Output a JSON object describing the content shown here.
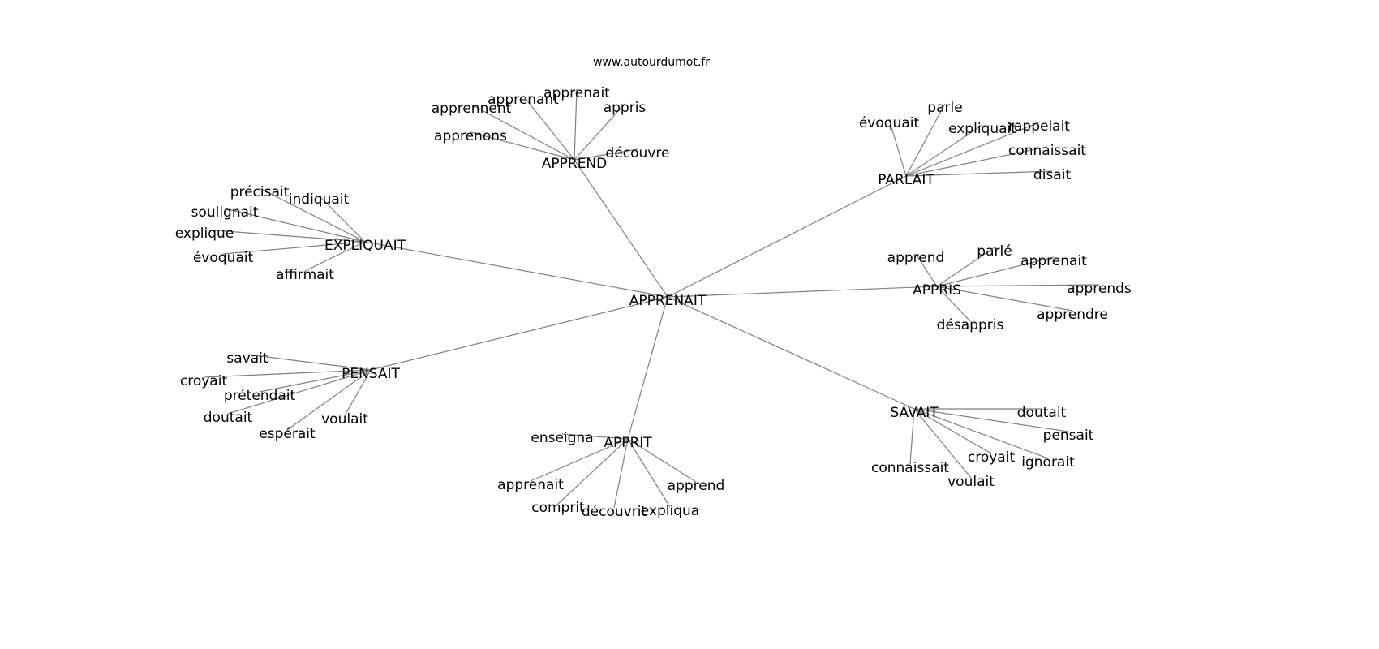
{
  "title": "www.autourdumot.fr",
  "colors": {
    "edge": "#808080",
    "text": "#000000",
    "background": "#ffffff"
  },
  "graph": {
    "center": "APPRENAIT",
    "hubs": [
      {
        "label": "APPREND",
        "children": [
          "apprennent",
          "apprenant",
          "apprenait",
          "appris",
          "apprenons",
          "découvre"
        ]
      },
      {
        "label": "PARLAIT",
        "children": [
          "évoquait",
          "parle",
          "expliquait",
          "rappelait",
          "connaissait",
          "disait"
        ]
      },
      {
        "label": "EXPLIQUAIT",
        "children": [
          "précisait",
          "indiquait",
          "soulignait",
          "explique",
          "évoquait",
          "affirmait"
        ]
      },
      {
        "label": "APPRIS",
        "children": [
          "apprend",
          "parlé",
          "apprenait",
          "apprends",
          "apprendre",
          "désappris"
        ]
      },
      {
        "label": "PENSAIT",
        "children": [
          "savait",
          "croyait",
          "prétendait",
          "doutait",
          "espérait",
          "voulait"
        ]
      },
      {
        "label": "APPRIT",
        "children": [
          "enseigna",
          "apprenait",
          "comprit",
          "découvrit",
          "expliqua",
          "apprend"
        ]
      },
      {
        "label": "SAVAIT",
        "children": [
          "doutait",
          "pensait",
          "croyait",
          "ignorait",
          "connaissait",
          "voulait"
        ]
      }
    ]
  }
}
